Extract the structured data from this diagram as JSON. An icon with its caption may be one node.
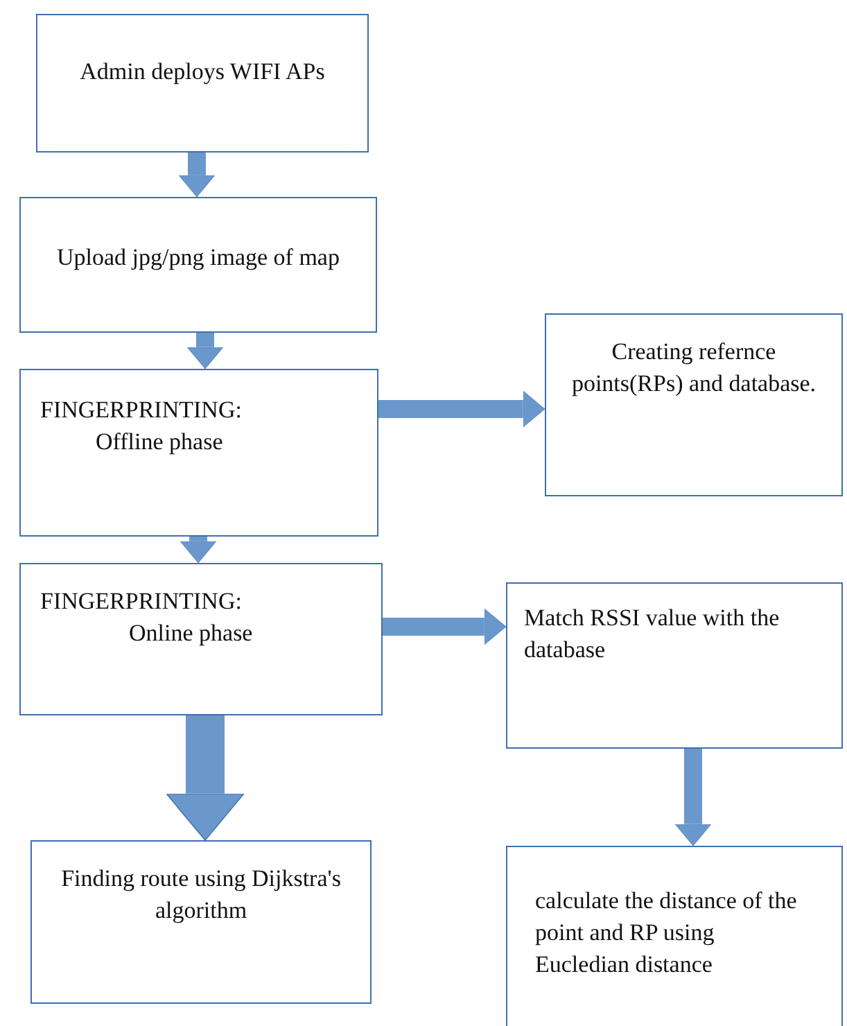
{
  "diagram": {
    "nodes": [
      {
        "text": [
          "Admin deploys WIFI APs"
        ]
      },
      {
        "text": [
          "Upload jpg/png image of map"
        ]
      },
      {
        "text": [
          "FINGERPRINTING:",
          "Offline phase"
        ]
      },
      {
        "text": [
          "Creating refernce points(RPs) and database."
        ]
      },
      {
        "text": [
          "FINGERPRINTING:",
          "Online phase"
        ]
      },
      {
        "text": [
          "Match RSSI value with the database"
        ]
      },
      {
        "text": [
          "Finding route using Dijkstra's algorithm"
        ]
      },
      {
        "text": [
          "calculate the distance of the point and RP using Eucledian distance"
        ]
      }
    ],
    "edges": [
      {
        "from": 0,
        "to": 1,
        "arrow": "to"
      },
      {
        "from": 1,
        "to": 2,
        "arrow": "to"
      },
      {
        "from": 2,
        "to": 3,
        "arrow": "to"
      },
      {
        "from": 2,
        "to": 4,
        "arrow": "to"
      },
      {
        "from": 4,
        "to": 5,
        "arrow": "to"
      },
      {
        "from": 4,
        "to": 6,
        "arrow": "to",
        "style": "thick"
      },
      {
        "from": 5,
        "to": 7,
        "arrow": "to"
      }
    ]
  }
}
